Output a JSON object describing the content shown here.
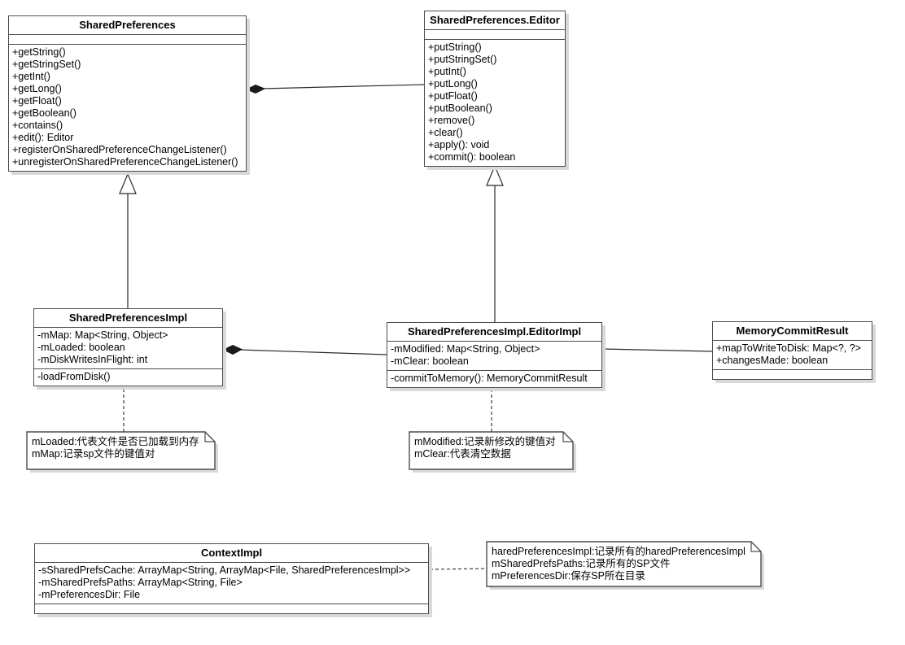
{
  "diagram": {
    "colors": {
      "background": "#ffffff",
      "box_border": "#4d4d4d",
      "box_fill": "#ffffff",
      "shadow": "#d9d9d9",
      "connector": "#2b2b2b",
      "text": "#000000"
    },
    "classes": [
      {
        "name": "SharedPreferences",
        "attributes": [],
        "methods": [
          "+getString()",
          "+getStringSet()",
          "+getInt()",
          "+getLong()",
          "+getFloat()",
          "+getBoolean()",
          "+contains()",
          "+edit(): Editor",
          "+registerOnSharedPreferenceChangeListener()",
          "+unregisterOnSharedPreferenceChangeListener()"
        ]
      },
      {
        "name": "SharedPreferences.Editor",
        "attributes": [],
        "methods": [
          "+putString()",
          "+putStringSet()",
          "+putInt()",
          "+putLong()",
          "+putFloat()",
          "+putBoolean()",
          "+remove()",
          "+clear()",
          "+apply(): void",
          "+commit(): boolean"
        ]
      },
      {
        "name": "SharedPreferencesImpl",
        "attributes": [
          "-mMap: Map<String, Object>",
          "-mLoaded: boolean",
          "-mDiskWritesInFlight: int"
        ],
        "methods": [
          "-loadFromDisk()"
        ]
      },
      {
        "name": "SharedPreferencesImpl.EditorImpl",
        "attributes": [
          "-mModified: Map<String, Object>",
          "-mClear: boolean"
        ],
        "methods": [
          "-commitToMemory(): MemoryCommitResult"
        ]
      },
      {
        "name": "MemoryCommitResult",
        "attributes": [
          "+mapToWriteToDisk: Map<?, ?>",
          "+changesMade: boolean"
        ],
        "methods": []
      },
      {
        "name": "ContextImpl",
        "attributes": [
          "-sSharedPrefsCache: ArrayMap<String, ArrayMap<File, SharedPreferencesImpl>>",
          "-mSharedPrefsPaths: ArrayMap<String, File>",
          "-mPreferencesDir: File"
        ],
        "methods": []
      }
    ],
    "notes": [
      {
        "lines": [
          "mLoaded:代表文件是否已加载到内存",
          "mMap:记录sp文件的键值对"
        ]
      },
      {
        "lines": [
          "mModified:记录新修改的键值对",
          "mClear:代表清空数据"
        ]
      },
      {
        "lines": [
          "haredPreferencesImpl:记录所有的haredPreferencesImpl",
          "mSharedPrefsPaths:记录所有的SP文件",
          "mPreferencesDir:保存SP所在目录"
        ]
      }
    ],
    "relationships": [
      "SharedPreferences composes SharedPreferences.Editor",
      "SharedPreferencesImpl inherits SharedPreferences",
      "SharedPreferencesImpl.EditorImpl inherits SharedPreferences.Editor",
      "SharedPreferencesImpl composes SharedPreferencesImpl.EditorImpl",
      "SharedPreferencesImpl.EditorImpl associated with MemoryCommitResult"
    ]
  }
}
